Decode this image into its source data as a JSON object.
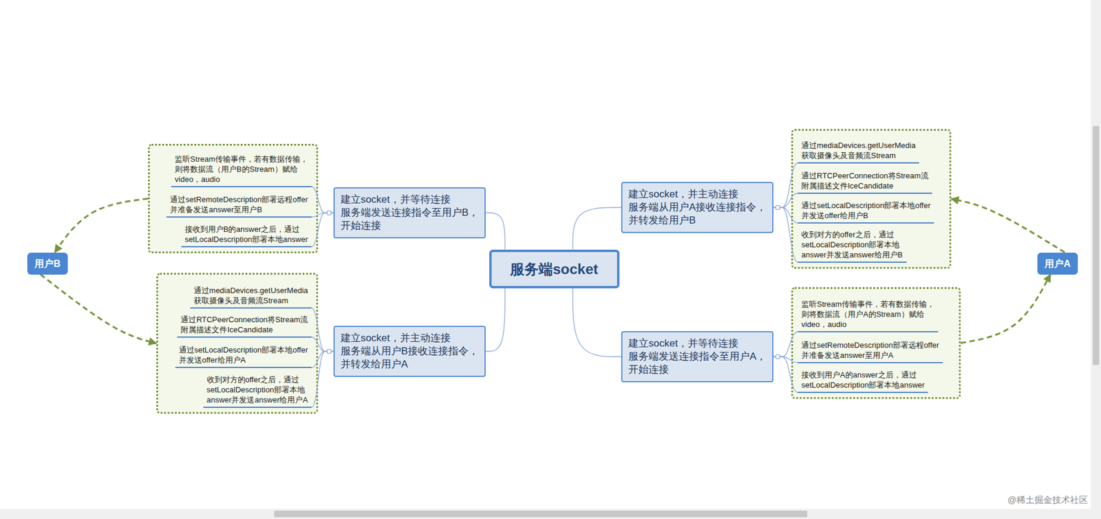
{
  "diagram": {
    "nodes": [
      {
        "text": [
          "服务端socket"
        ]
      },
      {
        "text": [
          "建立socket，并等待连接 服务端发送连接指令至用户B， 开始连接"
        ]
      },
      {
        "text": [
          "建立socket，并主动连接 服务端从用户B接收连接指令， 并转发给用户A"
        ]
      },
      {
        "text": [
          "建立socket，并主动连接 服务端从用户A接收连接指令， 并转发给用户B"
        ]
      },
      {
        "text": [
          "建立socket，并等待连接 服务端发送连接指令至用户A， 开始连接"
        ]
      },
      {
        "text": []
      },
      {
        "text": [
          "监听Stream传输事件，若有数据传输， 则将数据流（用户B的Stream）赋给 video，audio"
        ],
        "in": 5
      },
      {
        "text": [
          "通过setRemoteDescription部署远程offer 并准备发送answer至用户B"
        ],
        "in": 5
      },
      {
        "text": [
          "接收到用户B的answer之后，通过 setLocalDescription部署本地answer"
        ],
        "in": 5
      },
      {
        "text": []
      },
      {
        "text": [
          "通过mediaDevices.getUserMedia 获取摄像头及音频流Stream"
        ],
        "in": 9
      },
      {
        "text": [
          "通过RTCPeerConnection将Stream流 附属描述文件IceCandidate"
        ],
        "in": 9
      },
      {
        "text": [
          "通过setLocalDescription部署本地offer 并发送offer给用户A"
        ],
        "in": 9
      },
      {
        "text": [
          "收到对方的offer之后，通过 setLocalDescription部署本地 answer并发送answer给用户A"
        ],
        "in": 9
      },
      {
        "text": []
      },
      {
        "text": [
          "通过mediaDevices.getUserMedia 获取摄像头及音频流Stream"
        ],
        "in": 14
      },
      {
        "text": [
          "通过RTCPeerConnection将Stream流 附属描述文件IceCandidate"
        ],
        "in": 14
      },
      {
        "text": [
          "通过setLocalDescription部署本地offer 并发送offer给用户B"
        ],
        "in": 14
      },
      {
        "text": [
          "收到对方的offer之后，通过 setLocalDescription部署本地 answer并发送answer给用户B"
        ],
        "in": 14
      },
      {
        "text": []
      },
      {
        "text": [
          "监听Stream传输事件，若有数据传输， 则将数据流（用户A的Stream）赋给 video，audio"
        ],
        "in": 19
      },
      {
        "text": [
          "通过setRemoteDescription部署远程offer 并准备发送answer至用户A"
        ],
        "in": 19
      },
      {
        "text": [
          "接收到用户A的answer之后，通过 setLocalDescription部署本地answer"
        ],
        "in": 19
      },
      {
        "text": [
          "用户B"
        ]
      },
      {
        "text": [
          "用户A"
        ]
      }
    ],
    "edges": [
      {
        "from": 0,
        "to": 1,
        "arrow": "none"
      },
      {
        "from": 0,
        "to": 2,
        "arrow": "none"
      },
      {
        "from": 0,
        "to": 3,
        "arrow": "none"
      },
      {
        "from": 0,
        "to": 4,
        "arrow": "none"
      },
      {
        "from": 1,
        "to": 6,
        "arrow": "none"
      },
      {
        "from": 1,
        "to": 7,
        "arrow": "none"
      },
      {
        "from": 1,
        "to": 8,
        "arrow": "none"
      },
      {
        "from": 2,
        "to": 10,
        "arrow": "none"
      },
      {
        "from": 2,
        "to": 11,
        "arrow": "none"
      },
      {
        "from": 2,
        "to": 12,
        "arrow": "none"
      },
      {
        "from": 2,
        "to": 13,
        "arrow": "none"
      },
      {
        "from": 3,
        "to": 15,
        "arrow": "none"
      },
      {
        "from": 3,
        "to": 16,
        "arrow": "none"
      },
      {
        "from": 3,
        "to": 17,
        "arrow": "none"
      },
      {
        "from": 3,
        "to": 18,
        "arrow": "none"
      },
      {
        "from": 4,
        "to": 20,
        "arrow": "none"
      },
      {
        "from": 4,
        "to": 21,
        "arrow": "none"
      },
      {
        "from": 4,
        "to": 22,
        "arrow": "none"
      },
      {
        "from": 5,
        "to": 23,
        "arrow": "to"
      },
      {
        "from": 23,
        "to": 9,
        "arrow": "to"
      },
      {
        "from": 24,
        "to": 14,
        "arrow": "to"
      },
      {
        "from": 19,
        "to": 24,
        "arrow": "to"
      }
    ],
    "labels": [
      "@稀土掘金技术社区"
    ]
  }
}
